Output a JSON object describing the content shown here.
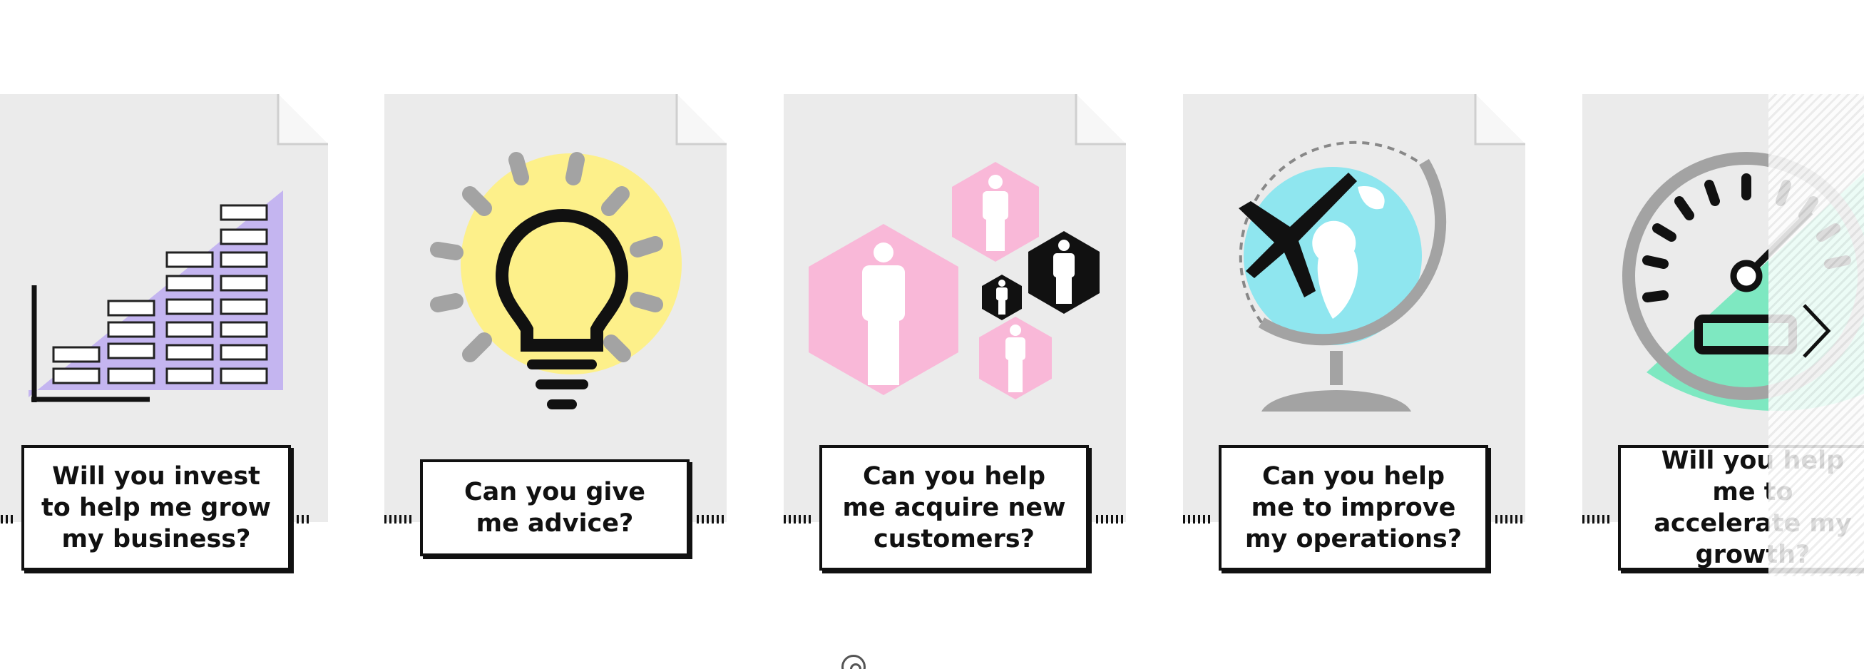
{
  "carousel": {
    "cards": [
      {
        "question": "Will you invest to help me grow my business?",
        "illustration": "money-stacks-chart-icon",
        "accent": "#c4b5f0"
      },
      {
        "question": "Can you give me advice?",
        "illustration": "lightbulb-icon",
        "accent": "#fdf08a"
      },
      {
        "question": "Can you help me acquire new customers?",
        "illustration": "people-hexagons-icon",
        "accent": "#f9b8d8"
      },
      {
        "question": "Can you help me to improve my operations?",
        "illustration": "globe-airplane-icon",
        "accent": "#8fe6ef"
      },
      {
        "question": "Will you help me to accelerate my growth?",
        "illustration": "speedometer-icon",
        "accent": "#7ee8c1"
      }
    ],
    "next_button_icon": "chevron-right-icon",
    "pagination_icon": "carousel-dot-icon"
  },
  "colors": {
    "card_bg": "#ebebeb",
    "ink": "#111111",
    "grey": "#a3a3a3"
  }
}
